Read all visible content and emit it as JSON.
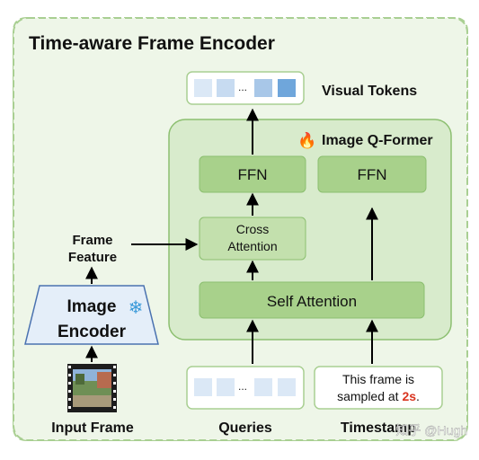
{
  "diagram": {
    "title": "Time-aware Frame Encoder",
    "visual_tokens_label": "Visual Tokens",
    "qformer": {
      "emoji": "🔥",
      "label": "Image Q-Former"
    },
    "ffn_left": "FFN",
    "ffn_right": "FFN",
    "cross_attention_line1": "Cross",
    "cross_attention_line2": "Attention",
    "self_attention": "Self Attention",
    "frame_feature_line1": "Frame",
    "frame_feature_line2": "Feature",
    "image_encoder_line1": "Image",
    "image_encoder_line2": "Encoder",
    "snowflake": "❄",
    "input_frame_label": "Input Frame",
    "queries_label": "Queries",
    "timestamp_label": "Timestamp",
    "timestamp_text_line1": "This frame is",
    "timestamp_text_line2_pre": "sampled at ",
    "timestamp_value": "2s",
    "timestamp_text_line2_post": ".",
    "ellipsis": "...",
    "watermark": "知乎 @Hugh"
  },
  "colors": {
    "outer_bg": "#eef6e8",
    "outer_border": "#a9cf92",
    "qformer_bg": "#d8ebcc",
    "qformer_border": "#8cbf70",
    "block_fill": "#a8d18b",
    "block_border": "#8cbf70",
    "token_light": "#dbe8f6",
    "token_mid": "#b9d3ee",
    "token_dark": "#7fb0de",
    "encoder_fill": "#e4eef9",
    "encoder_border": "#4a72b0",
    "highlight_red": "#d9341f"
  }
}
